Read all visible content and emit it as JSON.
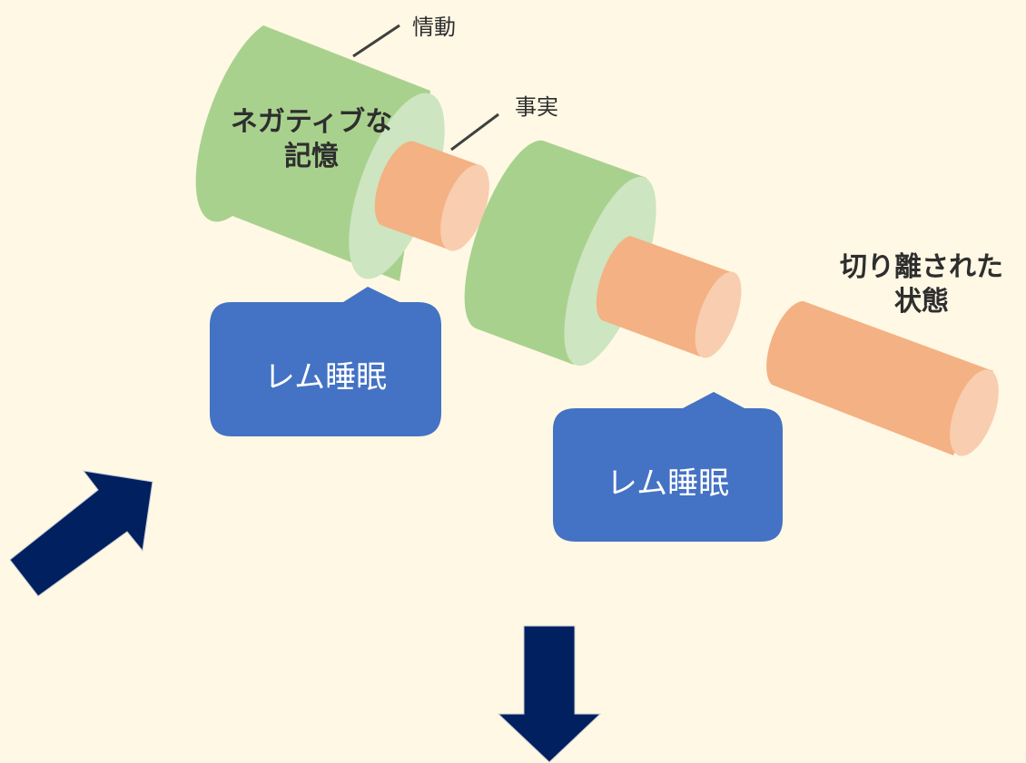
{
  "labels": {
    "emotion": "情動",
    "fact": "事実",
    "negative_memory_line1": "ネガティブな",
    "negative_memory_line2": "記憶",
    "separated_line1": "切り離された",
    "separated_line2": "状態"
  },
  "bubbles": [
    {
      "text": "レム睡眠"
    },
    {
      "text": "レム睡眠"
    }
  ],
  "colors": {
    "background": "#fef8e4",
    "emotion_body": "#a9d18e",
    "emotion_face": "#cde5c0",
    "fact_body": "#f4b183",
    "fact_face": "#f8cdb0",
    "bubble": "#4472c4",
    "arrow": "#002060"
  },
  "icons": [
    "arrow-up-right-icon",
    "arrow-down-icon"
  ]
}
